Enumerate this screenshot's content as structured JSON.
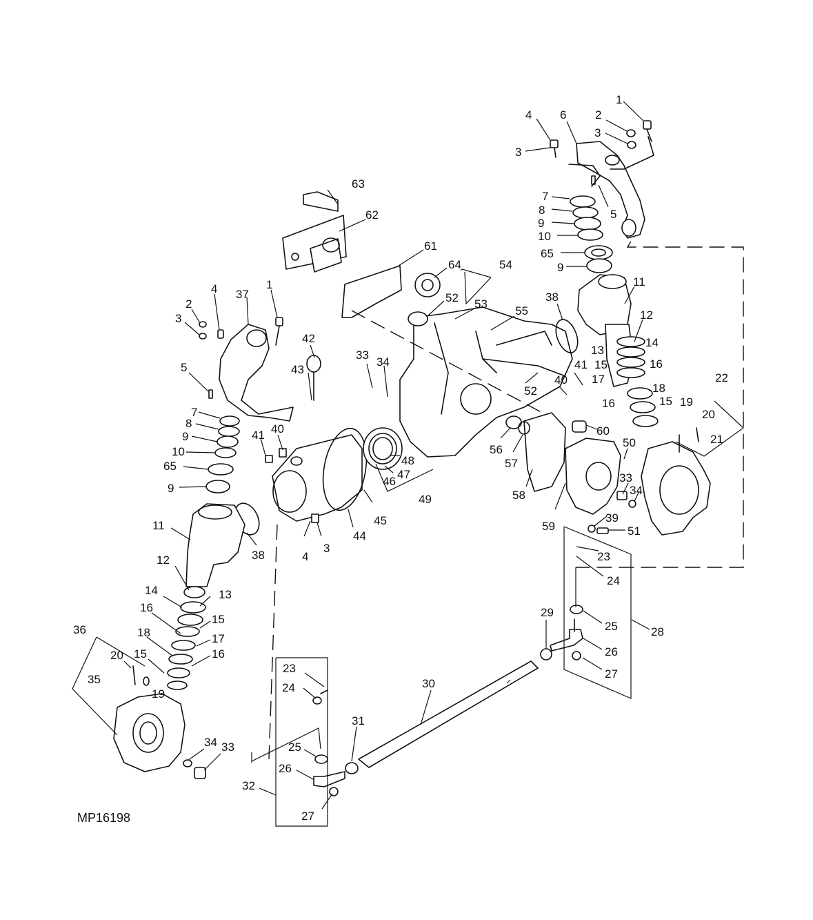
{
  "figure_id": "MP16198",
  "callouts": [
    {
      "id": "c1",
      "text": "1"
    },
    {
      "id": "c2",
      "text": "2"
    },
    {
      "id": "c3",
      "text": "3"
    },
    {
      "id": "c4",
      "text": "4"
    },
    {
      "id": "c5",
      "text": "3"
    },
    {
      "id": "c6",
      "text": "6"
    },
    {
      "id": "c7",
      "text": "5"
    },
    {
      "id": "c8",
      "text": "7"
    },
    {
      "id": "c9",
      "text": "8"
    },
    {
      "id": "c10",
      "text": "9"
    },
    {
      "id": "c11",
      "text": "10"
    },
    {
      "id": "c12",
      "text": "65"
    },
    {
      "id": "c13",
      "text": "9"
    },
    {
      "id": "c14",
      "text": "11"
    },
    {
      "id": "c15",
      "text": "12"
    },
    {
      "id": "c16",
      "text": "13"
    },
    {
      "id": "c17",
      "text": "14"
    },
    {
      "id": "c18",
      "text": "15"
    },
    {
      "id": "c19",
      "text": "16"
    },
    {
      "id": "c20",
      "text": "17"
    },
    {
      "id": "c21",
      "text": "18"
    },
    {
      "id": "c22",
      "text": "16"
    },
    {
      "id": "c23",
      "text": "15"
    },
    {
      "id": "c24",
      "text": "19"
    },
    {
      "id": "c25",
      "text": "20"
    },
    {
      "id": "c26",
      "text": "21"
    },
    {
      "id": "c27",
      "text": "22"
    },
    {
      "id": "c28",
      "text": "63"
    },
    {
      "id": "c29",
      "text": "62"
    },
    {
      "id": "c30",
      "text": "61"
    },
    {
      "id": "c31",
      "text": "64"
    },
    {
      "id": "c32",
      "text": "54"
    },
    {
      "id": "c33",
      "text": "52"
    },
    {
      "id": "c34",
      "text": "53"
    },
    {
      "id": "c35",
      "text": "38"
    },
    {
      "id": "c36",
      "text": "55"
    },
    {
      "id": "c37",
      "text": "41"
    },
    {
      "id": "c38",
      "text": "40"
    },
    {
      "id": "c39",
      "text": "52"
    },
    {
      "id": "c40",
      "text": "60"
    },
    {
      "id": "c41",
      "text": "50"
    },
    {
      "id": "c42",
      "text": "33"
    },
    {
      "id": "c43",
      "text": "34"
    },
    {
      "id": "c44",
      "text": "39"
    },
    {
      "id": "c45",
      "text": "51"
    },
    {
      "id": "c46",
      "text": "59"
    },
    {
      "id": "c47",
      "text": "58"
    },
    {
      "id": "c48",
      "text": "57"
    },
    {
      "id": "c49",
      "text": "56"
    },
    {
      "id": "c50",
      "text": "33"
    },
    {
      "id": "c51",
      "text": "34"
    },
    {
      "id": "c52",
      "text": "42"
    },
    {
      "id": "c53",
      "text": "43"
    },
    {
      "id": "c54",
      "text": "48"
    },
    {
      "id": "c55",
      "text": "46"
    },
    {
      "id": "c56",
      "text": "47"
    },
    {
      "id": "c57",
      "text": "49"
    },
    {
      "id": "c58",
      "text": "45"
    },
    {
      "id": "c59",
      "text": "44"
    },
    {
      "id": "c60",
      "text": "4"
    },
    {
      "id": "c61",
      "text": "3"
    },
    {
      "id": "c62",
      "text": "41"
    },
    {
      "id": "c63",
      "text": "40"
    },
    {
      "id": "c64",
      "text": "37"
    },
    {
      "id": "c65",
      "text": "1"
    },
    {
      "id": "c66",
      "text": "4"
    },
    {
      "id": "c67",
      "text": "2"
    },
    {
      "id": "c68",
      "text": "3"
    },
    {
      "id": "c69",
      "text": "5"
    },
    {
      "id": "c70",
      "text": "7"
    },
    {
      "id": "c71",
      "text": "8"
    },
    {
      "id": "c72",
      "text": "9"
    },
    {
      "id": "c73",
      "text": "10"
    },
    {
      "id": "c74",
      "text": "65"
    },
    {
      "id": "c75",
      "text": "9"
    },
    {
      "id": "c76",
      "text": "11"
    },
    {
      "id": "c77",
      "text": "38"
    },
    {
      "id": "c78",
      "text": "12"
    },
    {
      "id": "c79",
      "text": "14"
    },
    {
      "id": "c80",
      "text": "13"
    },
    {
      "id": "c81",
      "text": "16"
    },
    {
      "id": "c82",
      "text": "15"
    },
    {
      "id": "c83",
      "text": "18"
    },
    {
      "id": "c84",
      "text": "17"
    },
    {
      "id": "c85",
      "text": "15"
    },
    {
      "id": "c86",
      "text": "16"
    },
    {
      "id": "c87",
      "text": "20"
    },
    {
      "id": "c88",
      "text": "19"
    },
    {
      "id": "c89",
      "text": "36"
    },
    {
      "id": "c90",
      "text": "35"
    },
    {
      "id": "c91",
      "text": "34"
    },
    {
      "id": "c92",
      "text": "33"
    },
    {
      "id": "c93",
      "text": "23"
    },
    {
      "id": "c94",
      "text": "24"
    },
    {
      "id": "c95",
      "text": "25"
    },
    {
      "id": "c96",
      "text": "26"
    },
    {
      "id": "c97",
      "text": "27"
    },
    {
      "id": "c98",
      "text": "32"
    },
    {
      "id": "c99",
      "text": "31"
    },
    {
      "id": "c100",
      "text": "30"
    },
    {
      "id": "c101",
      "text": "29"
    },
    {
      "id": "c102",
      "text": "23"
    },
    {
      "id": "c103",
      "text": "24"
    },
    {
      "id": "c104",
      "text": "25"
    },
    {
      "id": "c105",
      "text": "26"
    },
    {
      "id": "c106",
      "text": "27"
    },
    {
      "id": "c107",
      "text": "28"
    }
  ]
}
